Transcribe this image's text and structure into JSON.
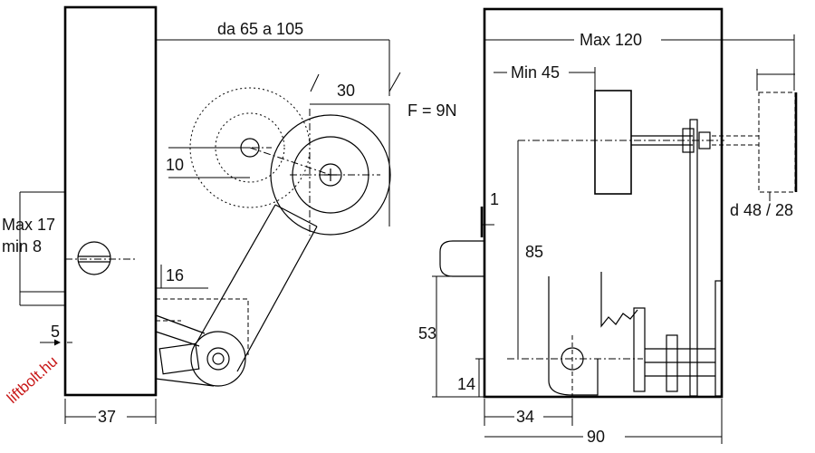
{
  "labels": {
    "range_65_105": "da 65 a 105",
    "dim_30": "30",
    "force": "F = 9N",
    "dim_10": "10",
    "max17": "Max 17",
    "min8": "min 8",
    "dim_16": "16",
    "dim_5": "5",
    "dim_37": "37",
    "max120": "Max 120",
    "min45": "Min 45",
    "dim_1": "1",
    "dim_85": "85",
    "dim_53": "53",
    "dim_14": "14",
    "dim_34": "34",
    "dim_90": "90",
    "diameter": "d 48 / 28"
  },
  "watermark": "liftbolt.hu",
  "colors": {
    "line": "#000000",
    "background": "#ffffff",
    "watermark": "#c81818"
  }
}
